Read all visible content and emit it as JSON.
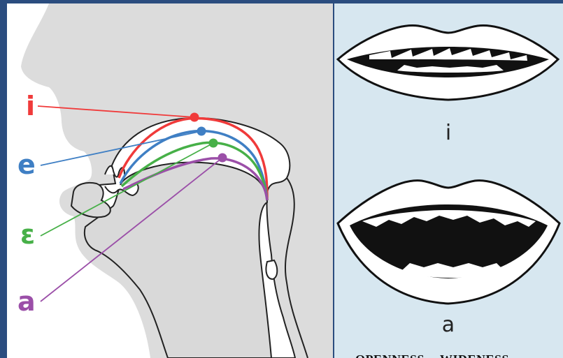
{
  "vowels": [
    {
      "symbol": "i",
      "color": "#f03a3a"
    },
    {
      "symbol": "e",
      "color": "#3f7fc4"
    },
    {
      "symbol": "ɛ",
      "color": "#47b048"
    },
    {
      "symbol": "a",
      "color": "#9b4fa8"
    }
  ],
  "colors": {
    "background": "#2b4d7f",
    "head_fill": "#d9d9d9",
    "mouth_fill": "#ffffff",
    "right_panel": "#d7e7f0"
  },
  "lips": {
    "top_caption": "i",
    "bottom_caption": "a"
  },
  "footer": {
    "openness": "OPENNESS",
    "wideness": "WIDENESS"
  }
}
